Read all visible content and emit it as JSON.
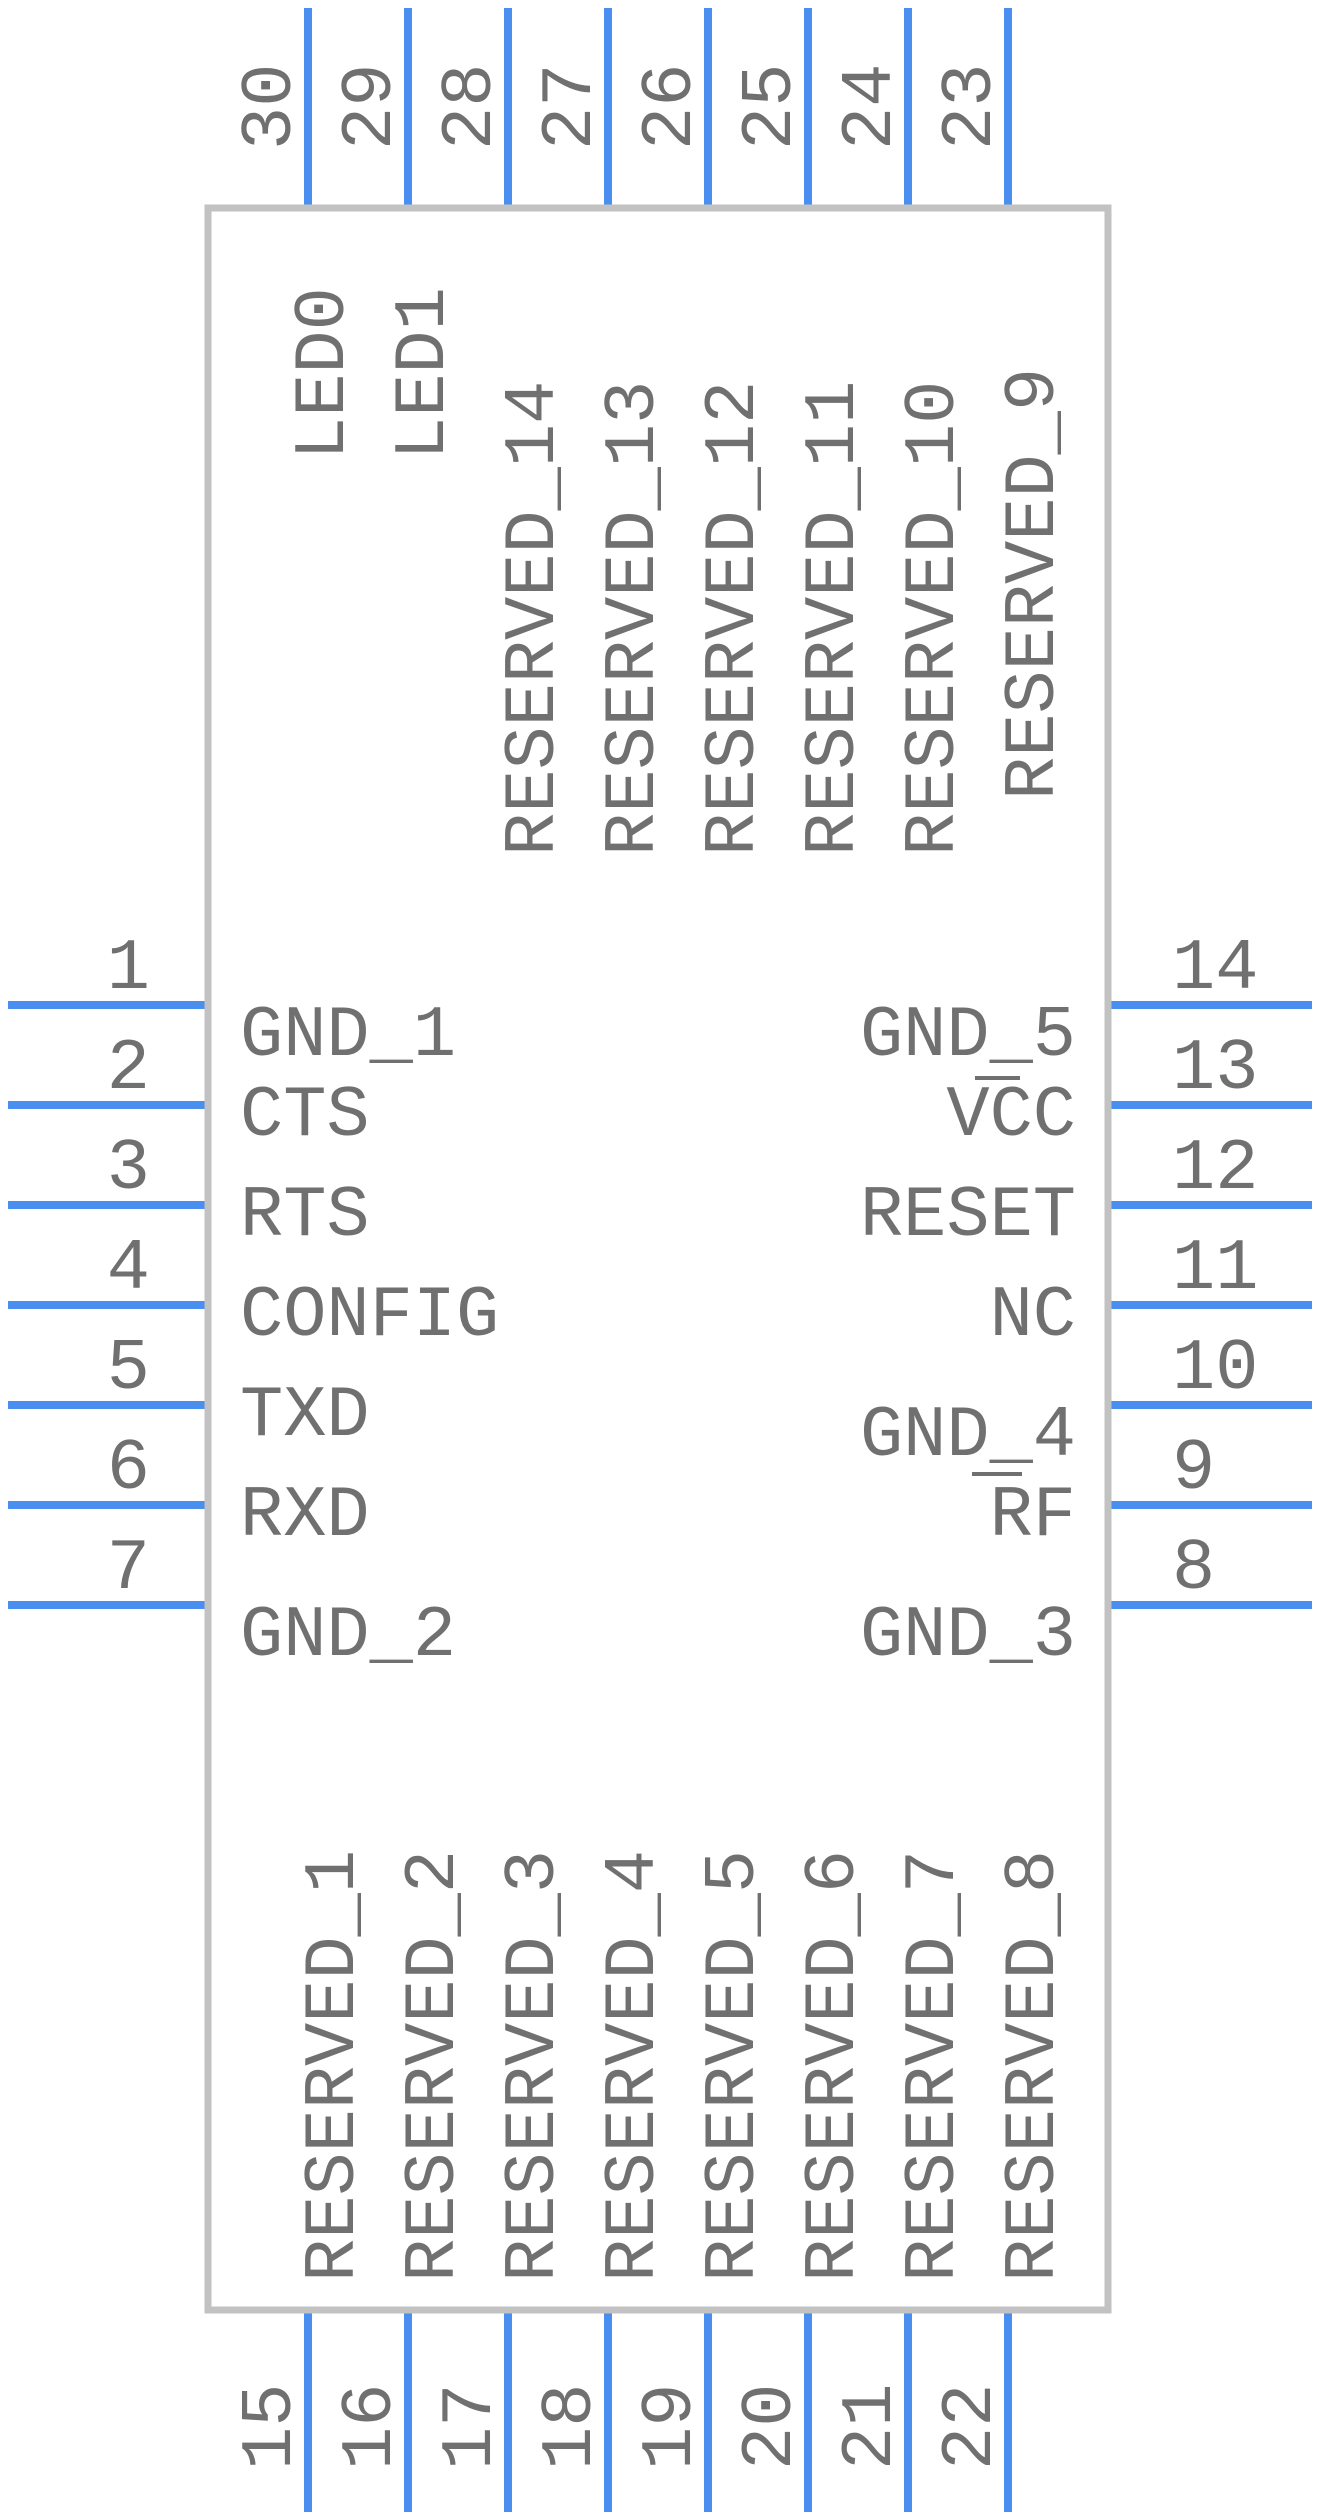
{
  "component": {
    "left_pins": [
      {
        "number": "1",
        "name": "GND_1"
      },
      {
        "number": "2",
        "name": "CTS"
      },
      {
        "number": "3",
        "name": "RTS"
      },
      {
        "number": "4",
        "name": "CONFIG"
      },
      {
        "number": "5",
        "name": "TXD"
      },
      {
        "number": "6",
        "name": "RXD"
      },
      {
        "number": "7",
        "name": "GND_2"
      }
    ],
    "right_pins": [
      {
        "number": "14",
        "name": "GND_5"
      },
      {
        "number": "13",
        "name": "VCC"
      },
      {
        "number": "12",
        "name": "RESET"
      },
      {
        "number": "11",
        "name": "NC"
      },
      {
        "number": "10",
        "name": "GND_4"
      },
      {
        "number": "9",
        "name": "RF"
      },
      {
        "number": "8",
        "name": "GND_3"
      }
    ],
    "top_pins": [
      {
        "number": "30",
        "name": "LED0"
      },
      {
        "number": "29",
        "name": "LED1"
      },
      {
        "number": "28",
        "name": "RESERVED_14"
      },
      {
        "number": "27",
        "name": "RESERVED_13"
      },
      {
        "number": "26",
        "name": "RESERVED_12"
      },
      {
        "number": "25",
        "name": "RESERVED_11"
      },
      {
        "number": "24",
        "name": "RESERVED_10"
      },
      {
        "number": "23",
        "name": "RESERVED_9"
      }
    ],
    "bottom_pins": [
      {
        "number": "15",
        "name": "RESERVED_1"
      },
      {
        "number": "16",
        "name": "RESERVED_2"
      },
      {
        "number": "17",
        "name": "RESERVED_3"
      },
      {
        "number": "18",
        "name": "RESERVED_4"
      },
      {
        "number": "19",
        "name": "RESERVED_5"
      },
      {
        "number": "20",
        "name": "RESERVED_6"
      },
      {
        "number": "21",
        "name": "RESERVED_7"
      },
      {
        "number": "22",
        "name": "RESERVED_8"
      }
    ],
    "colors": {
      "pin": "#4a8ff0",
      "body_outline": "#c2c2c2",
      "text": "#707070"
    }
  }
}
